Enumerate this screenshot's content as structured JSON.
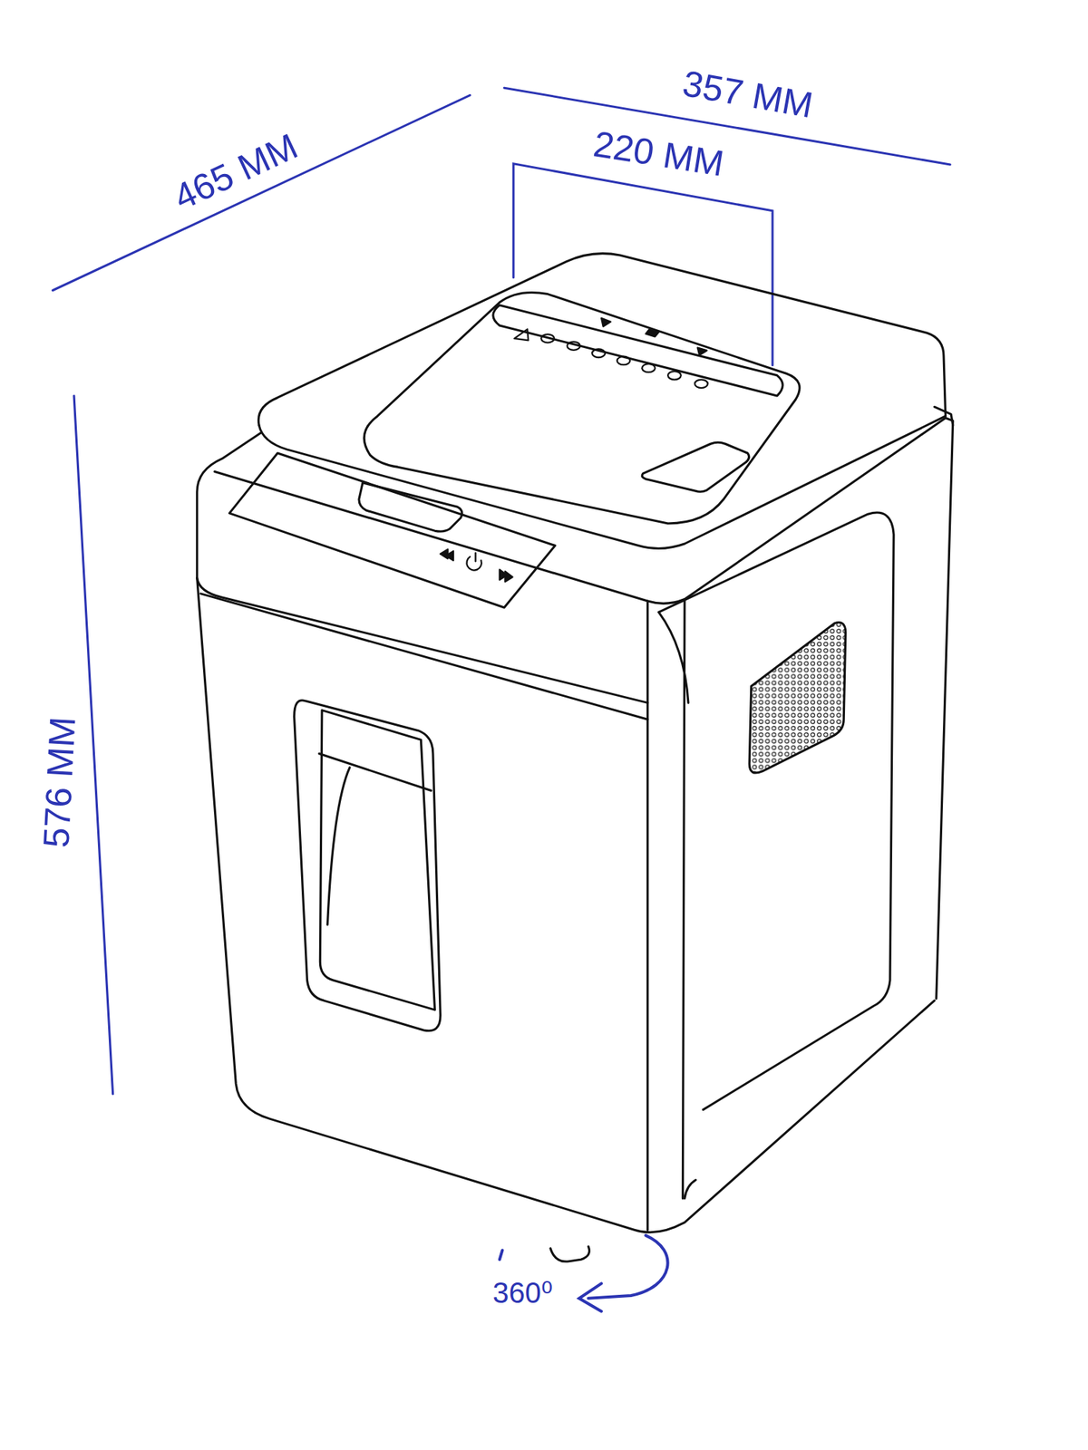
{
  "diagram": {
    "labels": [
      "465 MM",
      "357 MM",
      "220 MM",
      "576 MM",
      "360⁰"
    ]
  }
}
